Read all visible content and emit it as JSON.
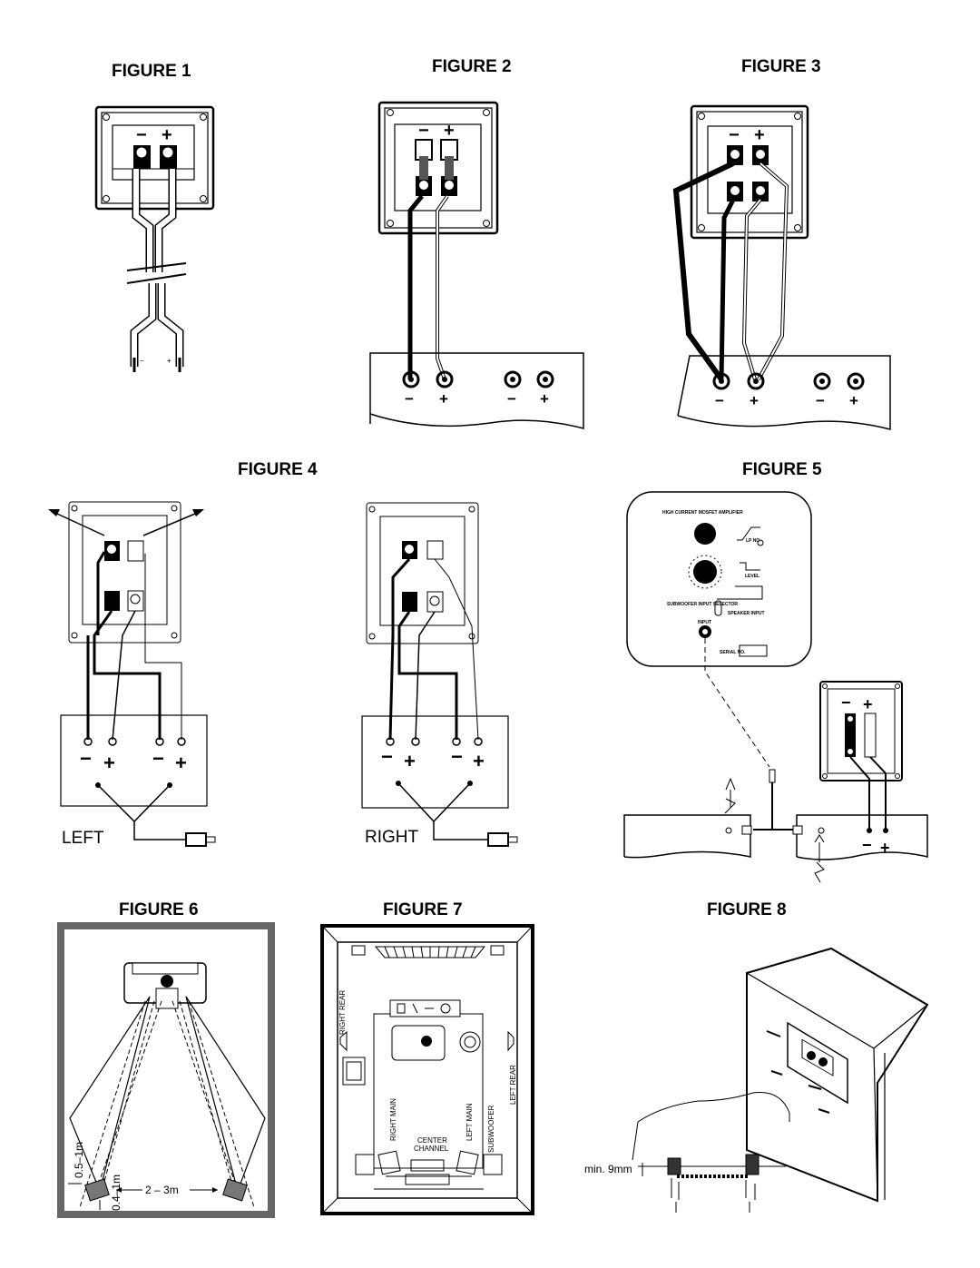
{
  "figures": {
    "f1": {
      "title": "FIGURE 1",
      "terminal_minus": "−",
      "terminal_plus": "+",
      "wire_minus": "−",
      "wire_plus": "+"
    },
    "f2": {
      "title": "FIGURE 2",
      "terminal_minus": "−",
      "terminal_plus": "+",
      "amp_minus": "−",
      "amp_plus": "+"
    },
    "f3": {
      "title": "FIGURE 3",
      "terminal_minus": "−",
      "terminal_plus": "+",
      "amp_minus": "−",
      "amp_plus": "+"
    },
    "f4": {
      "title": "FIGURE 4",
      "left_label": "LEFT",
      "right_label": "RIGHT",
      "minus": "−",
      "plus": "+"
    },
    "f5": {
      "title": "FIGURE 5",
      "panel_title": "HIGH CURRENT MOSFET AMPLIFIER",
      "lp_label": "LP NO.",
      "level_label": "LEVEL",
      "selector_label": "SUBWOOFER INPUT SELECTOR",
      "speaker_input": "SPEAKER INPUT",
      "input_label": "INPUT",
      "serial_label": "SERIAL NO.",
      "minus": "−",
      "plus": "+"
    },
    "f6": {
      "title": "FIGURE 6",
      "dim_side": "0.5–1m",
      "dim_width": "2 – 3m",
      "dim_back": "0.4–1m"
    },
    "f7": {
      "title": "FIGURE 7",
      "right_rear": "RIGHT REAR",
      "left_rear": "LEFT REAR",
      "right_main": "RIGHT MAIN",
      "left_main": "LEFT MAIN",
      "center": "CENTER",
      "channel": "CHANNEL",
      "subwoofer": "SUBWOOFER"
    },
    "f8": {
      "title": "FIGURE 8",
      "min_label": "min. 9mm"
    }
  }
}
